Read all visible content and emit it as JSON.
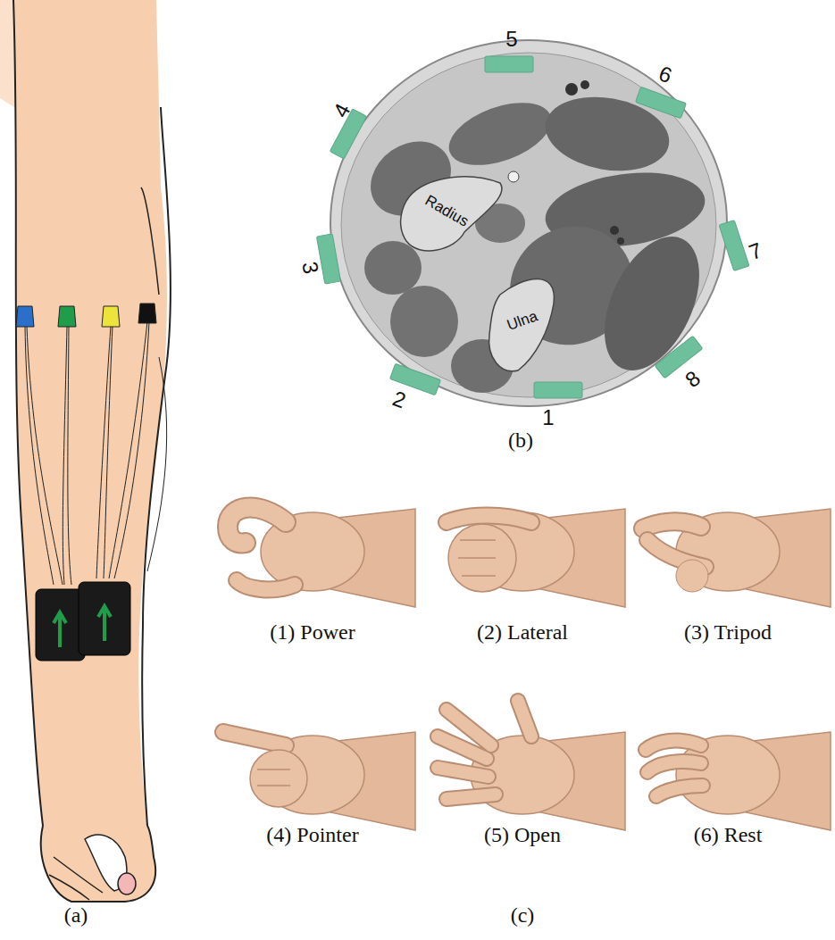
{
  "diagram": {
    "labels": [
      "5",
      "6",
      "4",
      "3",
      "7",
      "2",
      "1",
      "8",
      "Radius",
      "Ulna",
      "(b)",
      "(a)",
      "(c)",
      "(1) Power",
      "(2) Lateral",
      "(3) Tripod",
      "(4) Pointer",
      "(5) Open",
      "(6) Rest"
    ]
  }
}
